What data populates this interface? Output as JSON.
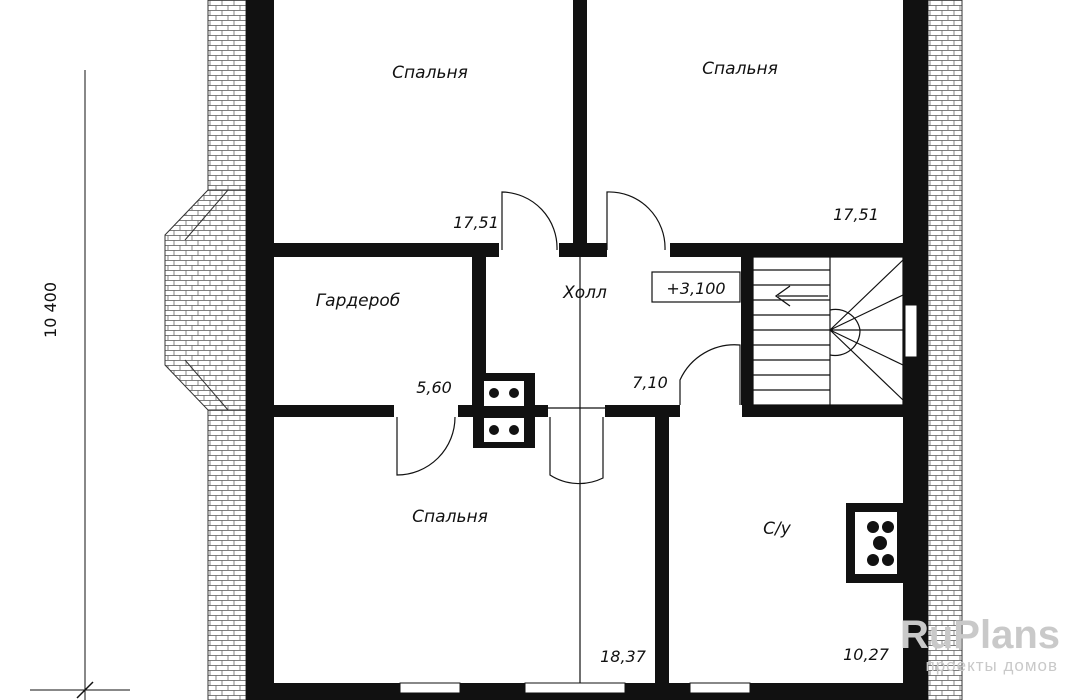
{
  "rooms": {
    "bedroom_top_left": {
      "name": "Спальня",
      "area": "17,51"
    },
    "bedroom_top_right": {
      "name": "Спальня",
      "area": "17,51"
    },
    "wardrobe": {
      "name": "Гардероб",
      "area": "5,60"
    },
    "hall": {
      "name": "Холл",
      "area": "7,10"
    },
    "bedroom_bottom": {
      "name": "Спальня",
      "area": "18,37"
    },
    "bathroom": {
      "name": "С/у",
      "area": "10,27"
    }
  },
  "level_mark": "+3,100",
  "dimension_left": "10 400",
  "watermark": {
    "brand": "RuPlans",
    "tagline": "проекты домов"
  }
}
